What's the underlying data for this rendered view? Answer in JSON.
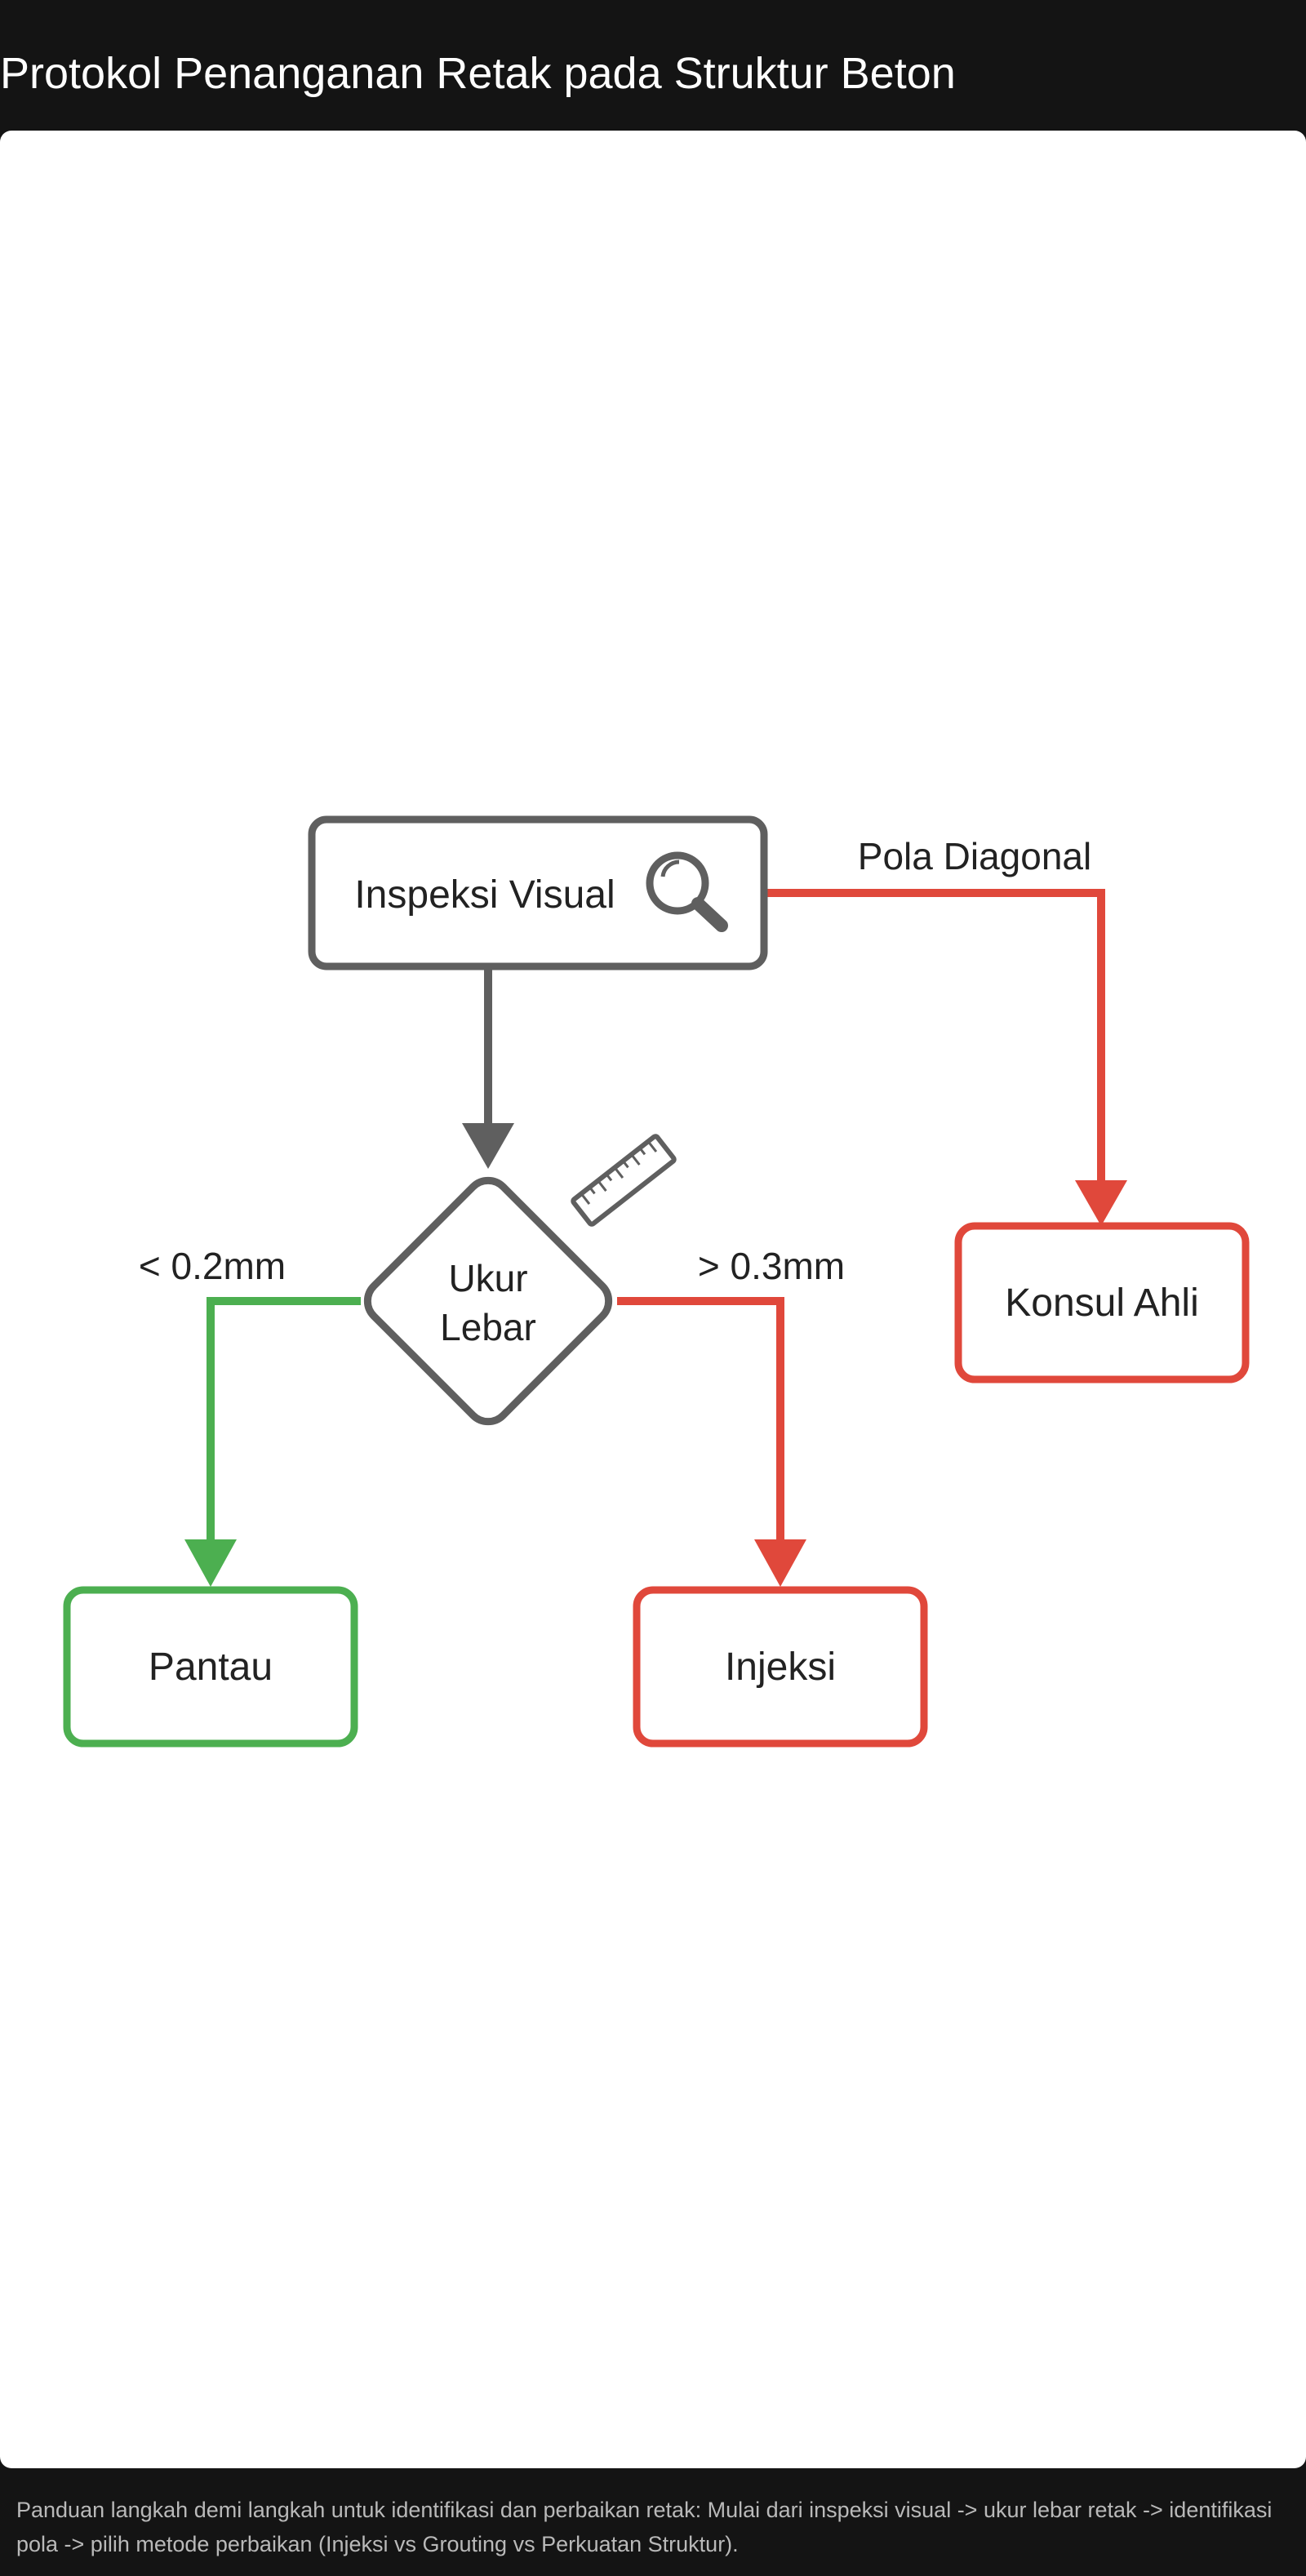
{
  "page": {
    "title": "Protokol Penanganan Retak pada Struktur Beton",
    "caption": "Panduan langkah demi langkah untuk identifikasi dan perbaikan retak: Mulai dari inspeksi visual -> ukur lebar retak -> identifikasi pola -> pilih metode perbaikan (Injeksi vs Grouting vs Perkuatan Struktur)."
  },
  "diagram": {
    "nodes": {
      "inspect": "Inspeksi Visual",
      "measure_line1": "Ukur",
      "measure_line2": "Lebar",
      "consult": "Konsul Ahli",
      "monitor": "Pantau",
      "inject": "Injeksi"
    },
    "edges": {
      "diagonal": "Pola Diagonal",
      "small": "< 0.2mm",
      "large": "> 0.3mm"
    },
    "icons": {
      "inspect": "magnifier-icon",
      "measure": "ruler-icon"
    }
  },
  "colors": {
    "neutral": "#5f5f5f",
    "danger": "#e0483b",
    "safe": "#4caf50",
    "background": "#141414",
    "card": "#ffffff"
  }
}
